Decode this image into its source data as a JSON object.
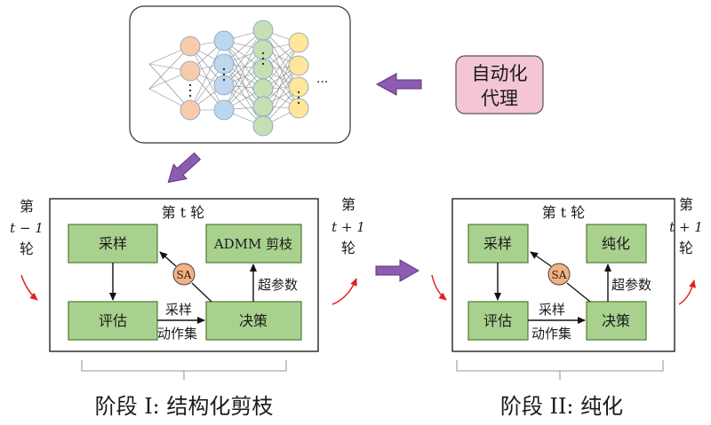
{
  "agent": {
    "label_line1": "自动化",
    "label_line2": "代理"
  },
  "nn": {
    "ellipsis": "···"
  },
  "stage1": {
    "round_label": "第 t 轮",
    "sample": "采样",
    "evaluate": "评估",
    "decide": "决策",
    "prune": "ADMM 剪枝",
    "sa": "SA",
    "hyper": "超参数",
    "sample_set_1": "采样",
    "sample_set_2": "动作集",
    "caption": "阶段 I: 结构化剪枝",
    "prev_round": {
      "a": "第",
      "b": "t − 1",
      "c": "轮"
    },
    "next_round": {
      "a": "第",
      "b": "t + 1",
      "c": "轮"
    }
  },
  "stage2": {
    "round_label": "第 t 轮",
    "sample": "采样",
    "evaluate": "评估",
    "decide": "决策",
    "purify": "纯化",
    "sa": "SA",
    "hyper": "超参数",
    "sample_set_1": "采样",
    "sample_set_2": "动作集",
    "caption": "阶段 II: 纯化",
    "next_round": {
      "a": "第",
      "b": "t + 1",
      "c": "轮"
    }
  },
  "colors": {
    "box_green": "#a9d18e",
    "box_green_border": "#4f7a32",
    "agent_pink": "#f4c5d6",
    "arrow_purple": "#8e5bb3",
    "sa_orange": "#f4b183",
    "red_arrow": "#e02020",
    "node_pink": "#f8cbad",
    "node_blue": "#bdd7ee",
    "node_green": "#c5e0b4",
    "node_yellow": "#ffe699"
  }
}
